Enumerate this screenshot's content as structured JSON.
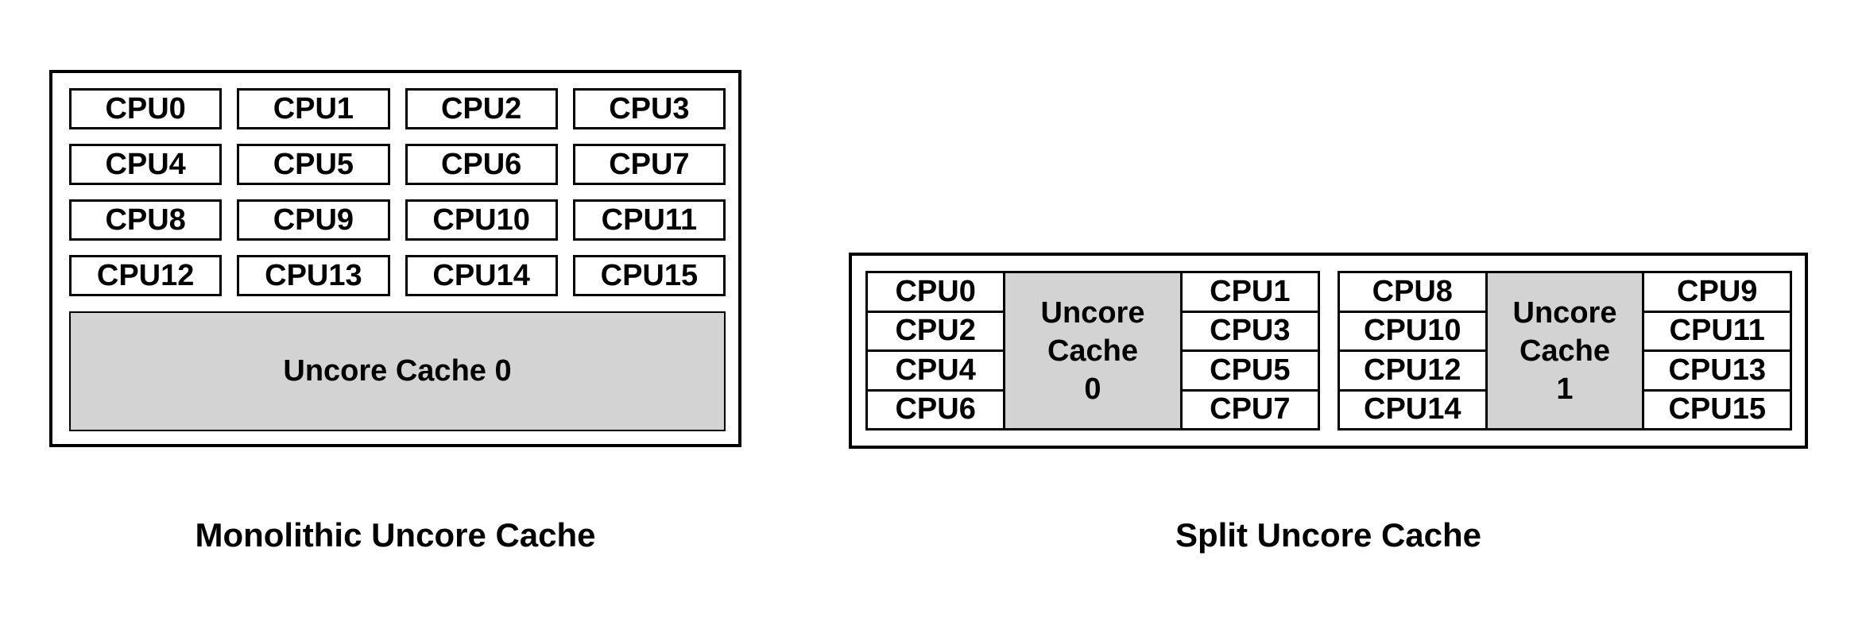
{
  "monolithic": {
    "caption": "Monolithic Uncore Cache",
    "cpus": [
      "CPU0",
      "CPU1",
      "CPU2",
      "CPU3",
      "CPU4",
      "CPU5",
      "CPU6",
      "CPU7",
      "CPU8",
      "CPU9",
      "CPU10",
      "CPU11",
      "CPU12",
      "CPU13",
      "CPU14",
      "CPU15"
    ],
    "cache_label": "Uncore Cache 0"
  },
  "split": {
    "caption": "Split Uncore Cache",
    "groups": [
      {
        "left_cpus": [
          "CPU0",
          "CPU2",
          "CPU4",
          "CPU6"
        ],
        "cache_lines": [
          "Uncore",
          "Cache",
          "0"
        ],
        "right_cpus": [
          "CPU1",
          "CPU3",
          "CPU5",
          "CPU7"
        ]
      },
      {
        "left_cpus": [
          "CPU8",
          "CPU10",
          "CPU12",
          "CPU14"
        ],
        "cache_lines": [
          "Uncore",
          "Cache",
          "1"
        ],
        "right_cpus": [
          "CPU9",
          "CPU11",
          "CPU13",
          "CPU15"
        ]
      }
    ]
  },
  "colors": {
    "cache_fill": "#d3d3d3",
    "border": "#000000",
    "text": "#000000",
    "background": "#ffffff"
  }
}
